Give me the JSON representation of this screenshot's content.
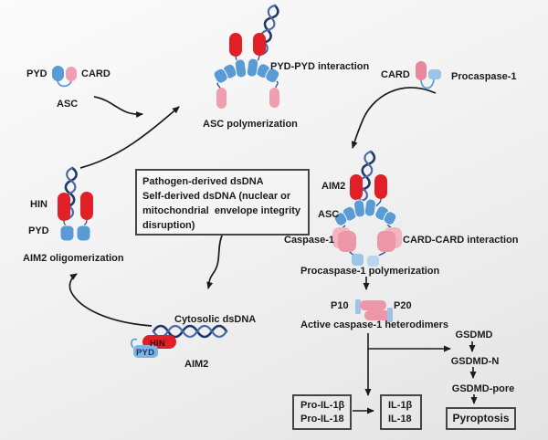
{
  "palette": {
    "red": "#e11f26",
    "asc_blue": "#5b9bd5",
    "pink": "#ef9fae",
    "pink_deep": "#e9879d",
    "pink_back": "#f3b4c1",
    "pink_front": "#ec96a8",
    "light_blue": "#9dc3e6",
    "light_blue_2": "#b9d5ef",
    "pyd_blue": "#7fb3e3",
    "dna_dark": "#1f3864",
    "dna_light": "#4a69a8",
    "arrow": "#1b1b1b",
    "text": "#1b1b1b"
  },
  "labels": {
    "asc_monomer": {
      "pyd": "PYD",
      "card": "CARD",
      "asc": "ASC"
    },
    "top_complex": {
      "pyd_pyd": "PYD-PYD interaction",
      "asc_poly": "ASC polymerization"
    },
    "procaspase": {
      "card": "CARD",
      "name": "Procaspase-1"
    },
    "aim2_oligomer": {
      "hin": "HIN",
      "pyd": "PYD",
      "caption": "AIM2 oligomerization"
    },
    "dsdna_box": {
      "line1": "Pathogen-derived dsDNA",
      "line2": "Self-derived dsDNA (nuclear or",
      "line3": "mitochondrial  envelope integrity",
      "line4": "disruption)"
    },
    "inflammasome": {
      "aim2": "AIM2",
      "asc": "ASC",
      "caspase1": "Caspase-1",
      "card_card": "CARD-CARD interaction",
      "procasp_poly": "Procaspase-1 polymerization"
    },
    "heterodimer": {
      "p10": "P10",
      "p20": "P20",
      "caption": "Active caspase-1 heterodimers"
    },
    "cytosolic": {
      "caption": "Cytosolic dsDNA",
      "hin": "HIN",
      "pyd": "PYD",
      "aim2": "AIM2"
    },
    "gsdmd_chain": {
      "gsdmd": "GSDMD",
      "gsdmd_n": "GSDMD-N",
      "gsdmd_pore": "GSDMD-pore",
      "pyroptosis": "Pyroptosis"
    },
    "il_boxes": {
      "pro1": "Pro-IL-1β",
      "pro2": "Pro-IL-18",
      "il1": "IL-1β",
      "il2": "IL-18"
    }
  }
}
